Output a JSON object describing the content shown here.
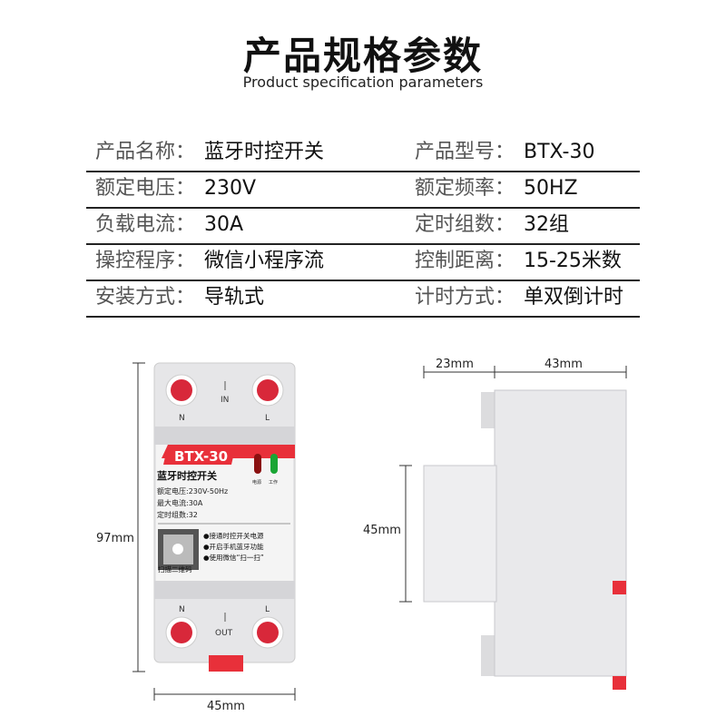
{
  "header": {
    "title": "产品规格参数",
    "subtitle": "Product specification parameters"
  },
  "specs": [
    {
      "l1": "产品名称：",
      "v1": "蓝牙时控开关",
      "l2": "产品型号：",
      "v2": "BTX-30"
    },
    {
      "l1": "额定电压：",
      "v1": "230V",
      "l2": "额定频率：",
      "v2": "50HZ"
    },
    {
      "l1": "负载电流：",
      "v1": "30A",
      "l2": "定时组数：",
      "v2": "32组"
    },
    {
      "l1": "操控程序：",
      "v1": "微信小程序流",
      "l2": "控制距离：",
      "v2": "15-25米数"
    },
    {
      "l1": "安装方式：",
      "v1": "导轨式",
      "l2": "计时方式：",
      "v2": "单双倒计时"
    }
  ],
  "device": {
    "model": "BTX-30",
    "name": "蓝牙时控开关",
    "info": [
      "额定电压:230V-50Hz",
      "最大电流:30A",
      "定时组数:32"
    ],
    "led_power": "电源",
    "led_work": "工作",
    "steps": [
      "●接通时控开关电源",
      "●开启手机蓝牙功能",
      "●使用微信“扫一扫”",
      "扫描二维码"
    ],
    "in": "IN",
    "out": "OUT",
    "n": "N",
    "l": "L",
    "accent": "#e8303a"
  },
  "dimensions": {
    "height": "97mm",
    "width": "45mm",
    "depth_left": "23mm",
    "depth_right": "43mm",
    "step_height": "45mm"
  }
}
